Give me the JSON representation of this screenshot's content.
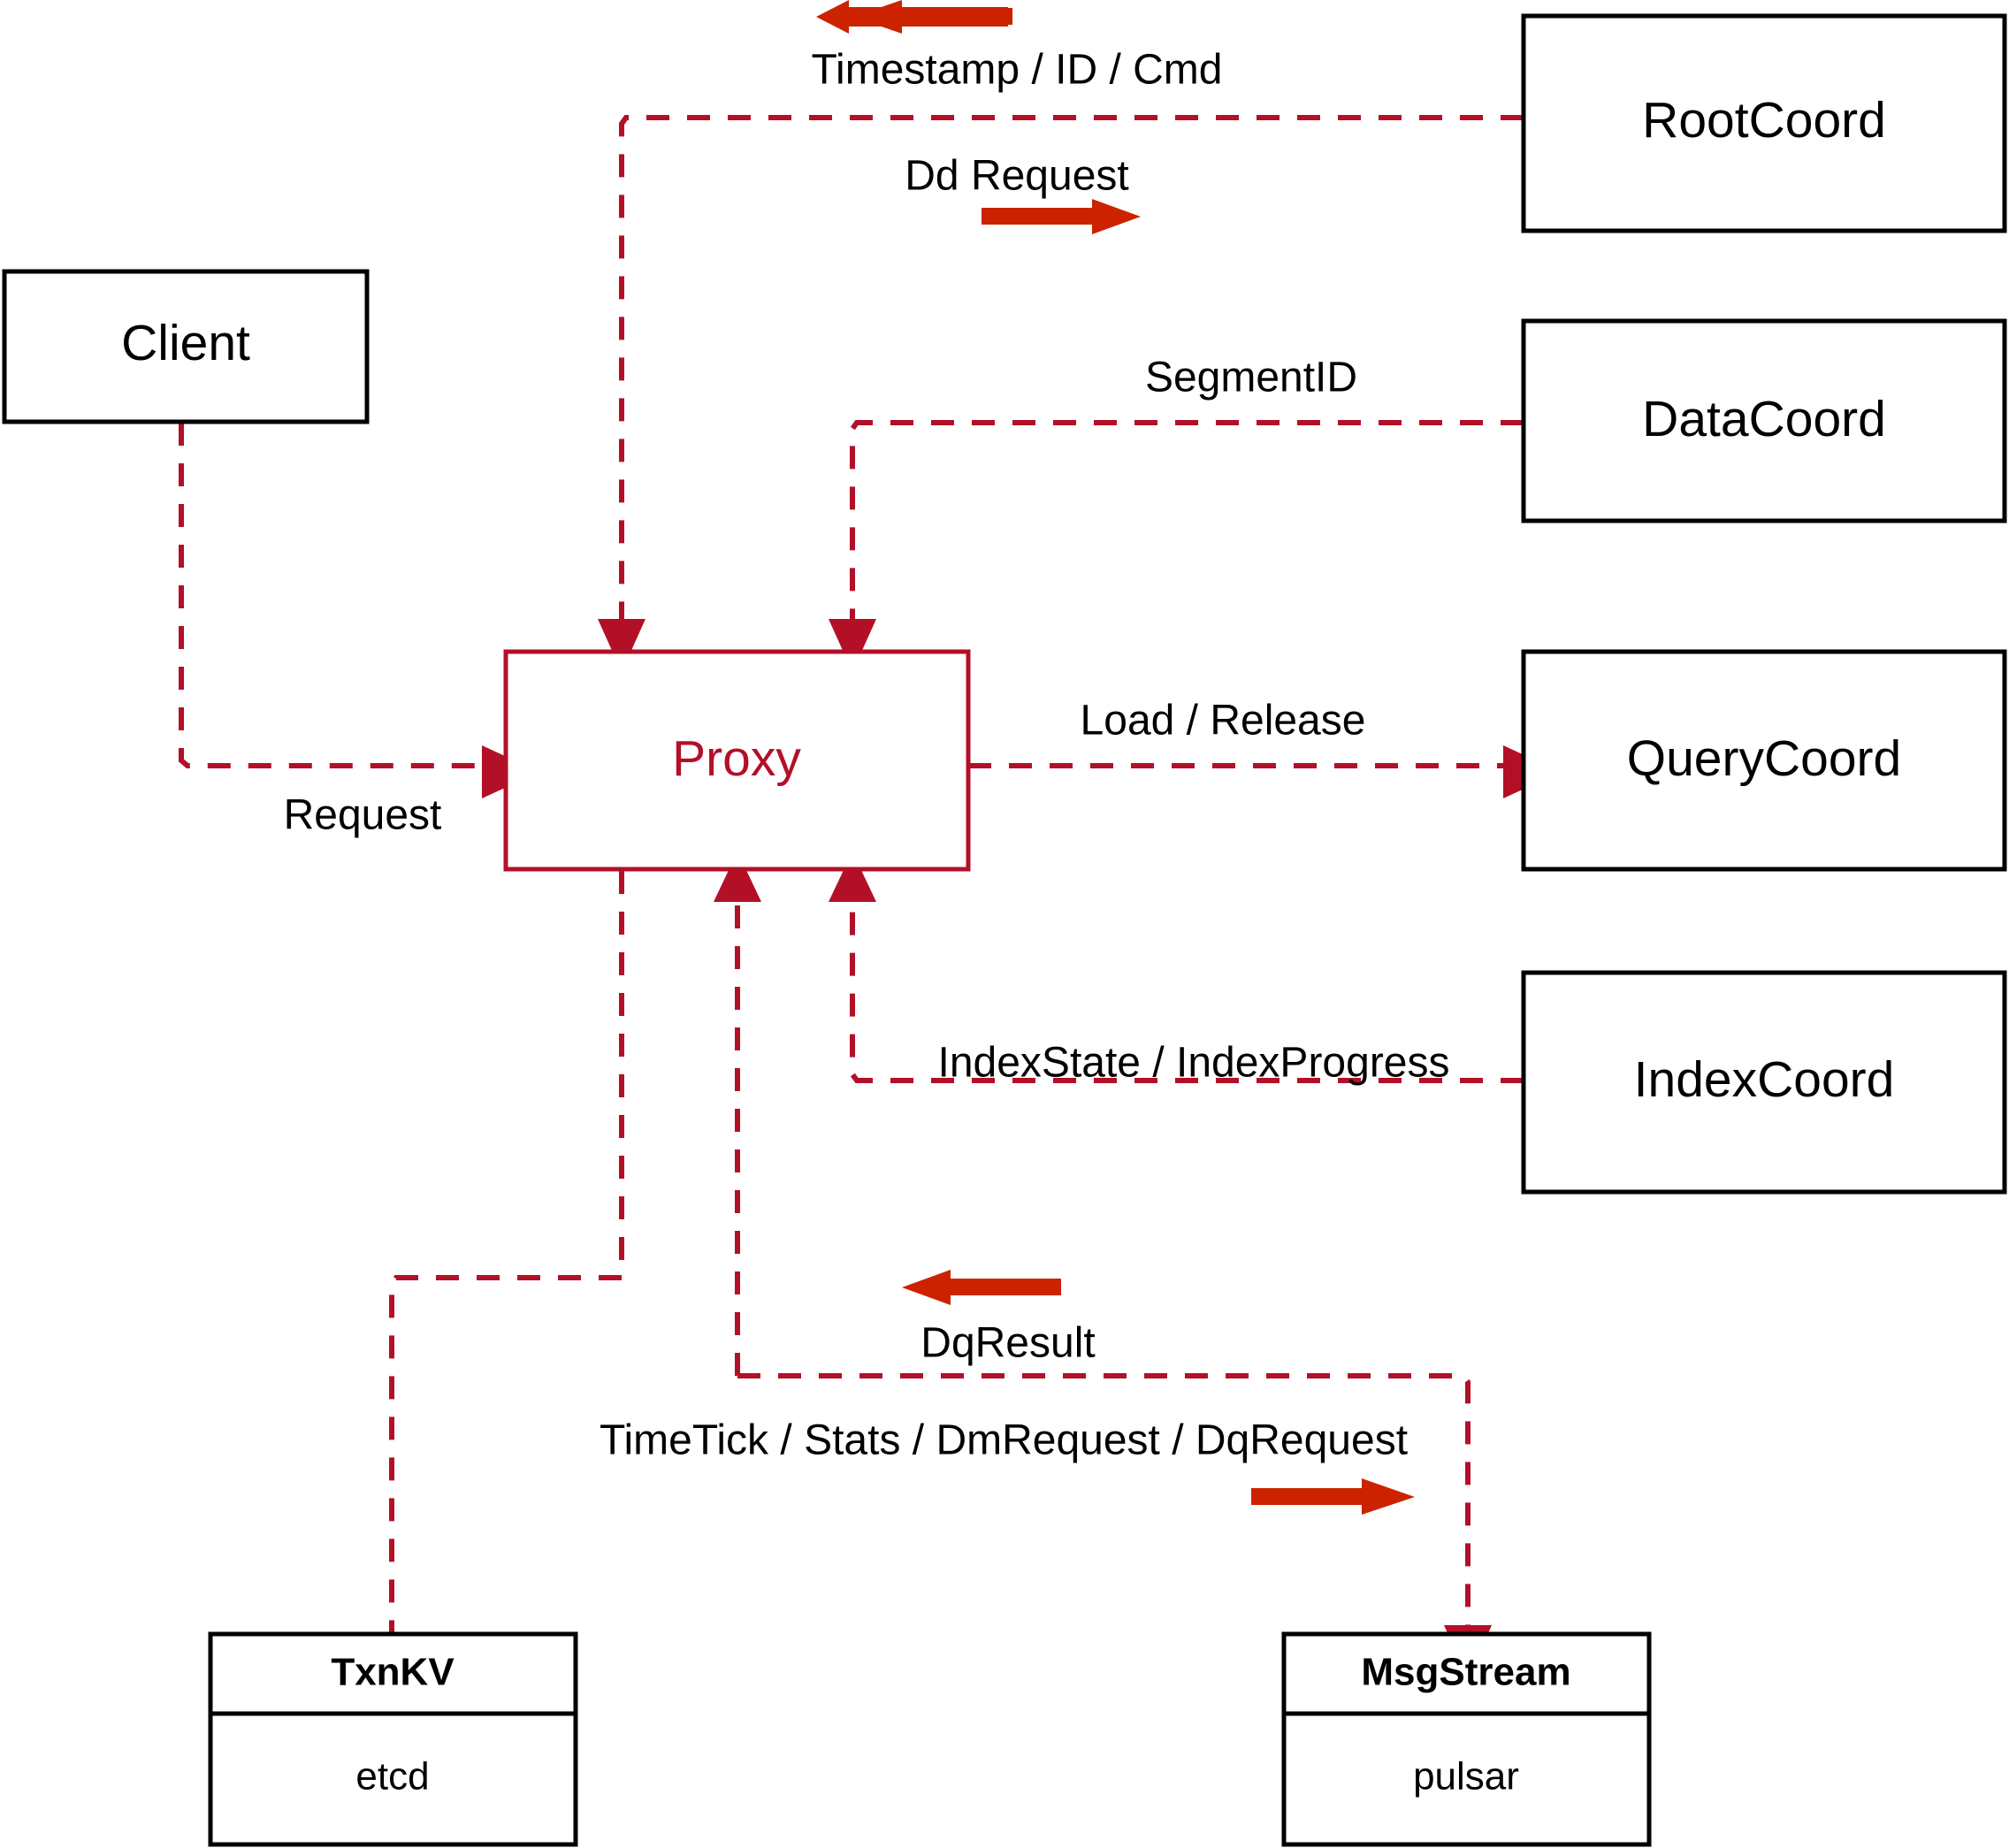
{
  "diagram": {
    "title": "Proxy architecture",
    "colors": {
      "accent_red": "#B31028",
      "arrow_red": "#CC2200",
      "box_black": "#000000",
      "background": "#FFFFFF"
    },
    "nodes": [
      {
        "id": "client",
        "label": "Client",
        "style": "black-box"
      },
      {
        "id": "proxy",
        "label": "Proxy",
        "style": "red-box"
      },
      {
        "id": "rootcoord",
        "label": "RootCoord",
        "style": "black-box"
      },
      {
        "id": "datacoord",
        "label": "DataCoord",
        "style": "black-box"
      },
      {
        "id": "querycoord",
        "label": "QueryCoord",
        "style": "black-box"
      },
      {
        "id": "indexcoord",
        "label": "IndexCoord",
        "style": "black-box"
      },
      {
        "id": "txnkv",
        "label": "TxnKV",
        "sublabel": "etcd",
        "style": "split-box"
      },
      {
        "id": "msgstream",
        "label": "MsgStream",
        "sublabel": "pulsar",
        "style": "split-box"
      }
    ],
    "edge_labels": [
      {
        "id": "timestamp-id-cmd",
        "text": "Timestamp / ID / Cmd"
      },
      {
        "id": "dd-request",
        "text": "Dd Request"
      },
      {
        "id": "segment-id",
        "text": "SegmentID"
      },
      {
        "id": "request",
        "text": "Request"
      },
      {
        "id": "load-release",
        "text": "Load / Release"
      },
      {
        "id": "index-state",
        "text": "IndexState / IndexProgress"
      },
      {
        "id": "dq-result",
        "text": "DqResult"
      },
      {
        "id": "timetick-stats",
        "text": "TimeTick / Stats / DmRequest / DqRequest"
      }
    ]
  }
}
